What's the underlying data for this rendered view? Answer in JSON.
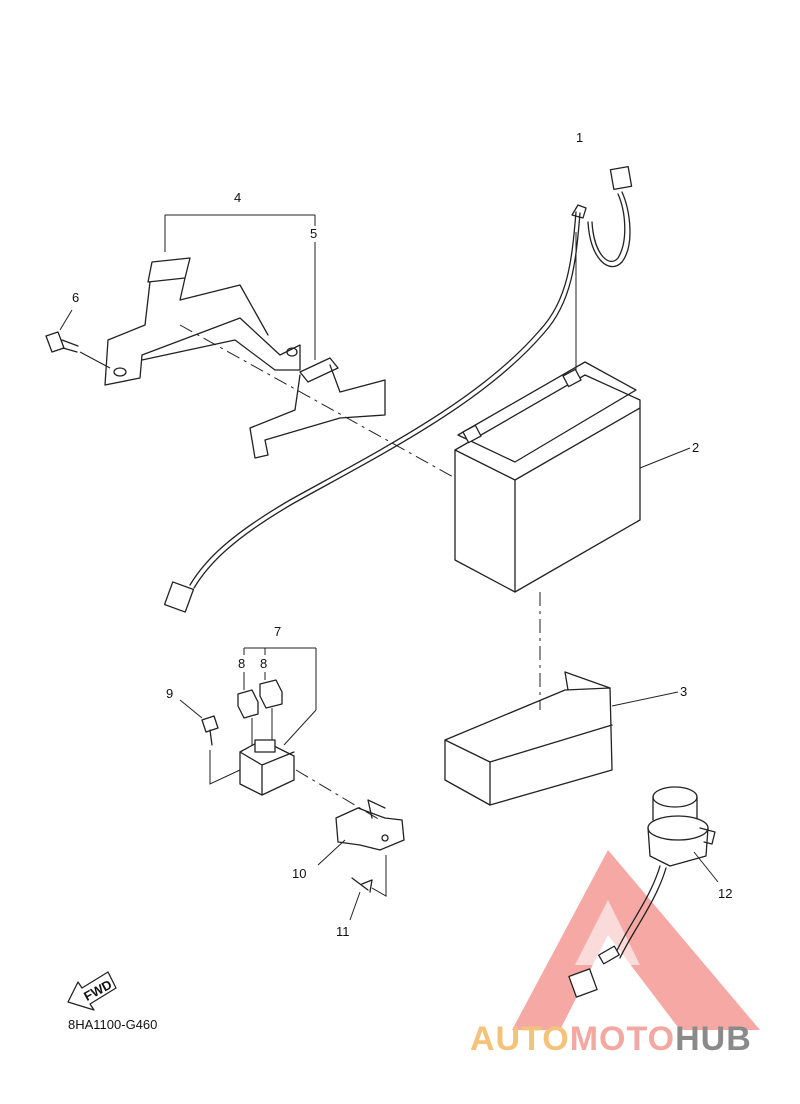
{
  "diagram": {
    "callouts": {
      "c1": "1",
      "c2": "2",
      "c3": "3",
      "c4": "4",
      "c5": "5",
      "c6": "6",
      "c7": "7",
      "c8a": "8",
      "c8b": "8",
      "c9": "9",
      "c10": "10",
      "c11": "11",
      "c12": "12"
    },
    "fwd_label": "FWD",
    "drawing_code": "8HA1100-G460"
  },
  "watermark": {
    "part1": "AUTO",
    "part2": "MOTO",
    "part3": "HUB",
    "colors": {
      "auto": "#f5c27a",
      "moto": "#f4a8a2",
      "hub": "#8a8a8a",
      "triangle": "#f28b86"
    }
  }
}
